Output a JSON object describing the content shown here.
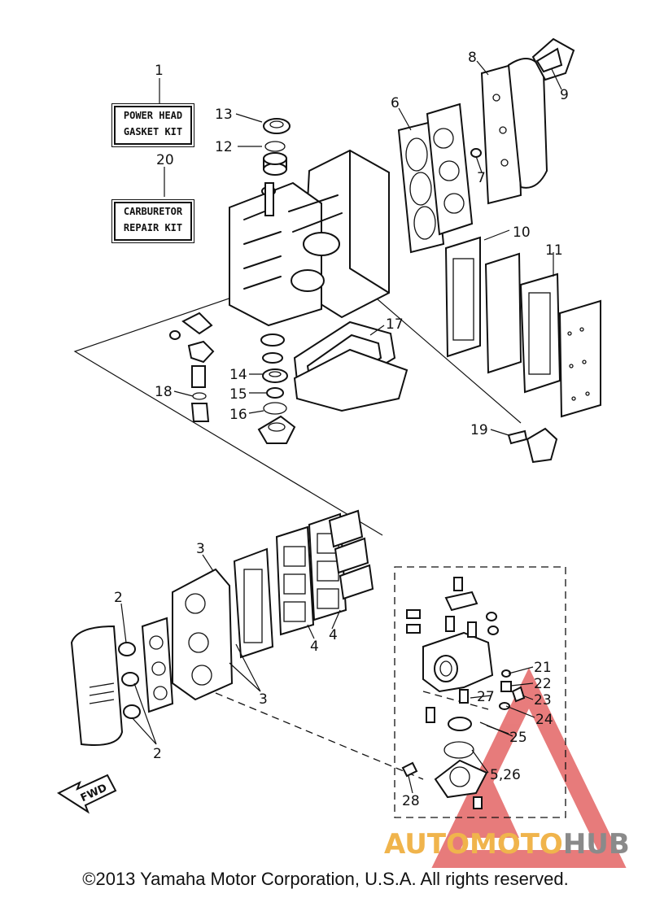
{
  "kits": [
    {
      "number": "1",
      "line1": "POWER HEAD",
      "line2": "GASKET KIT"
    },
    {
      "number": "20",
      "line1": "CARBURETOR",
      "line2": "REPAIR KIT"
    }
  ],
  "callouts": [
    "1",
    "2",
    "2",
    "3",
    "3",
    "4",
    "4",
    "5,26",
    "6",
    "7",
    "8",
    "9",
    "10",
    "11",
    "12",
    "13",
    "14",
    "15",
    "16",
    "17",
    "18",
    "19",
    "20",
    "21",
    "22",
    "23",
    "24",
    "25",
    "27",
    "28"
  ],
  "fwd_label": "FWD",
  "watermark": {
    "part1": "AUTO",
    "part2": "MOTO",
    "part3": "HUB",
    "color_primary": "#f0b44c",
    "color_secondary": "#8a8a8a",
    "triangle_color": "#e05050"
  },
  "copyright": "©2013 Yamaha Motor Corporation, U.S.A. All rights reserved."
}
